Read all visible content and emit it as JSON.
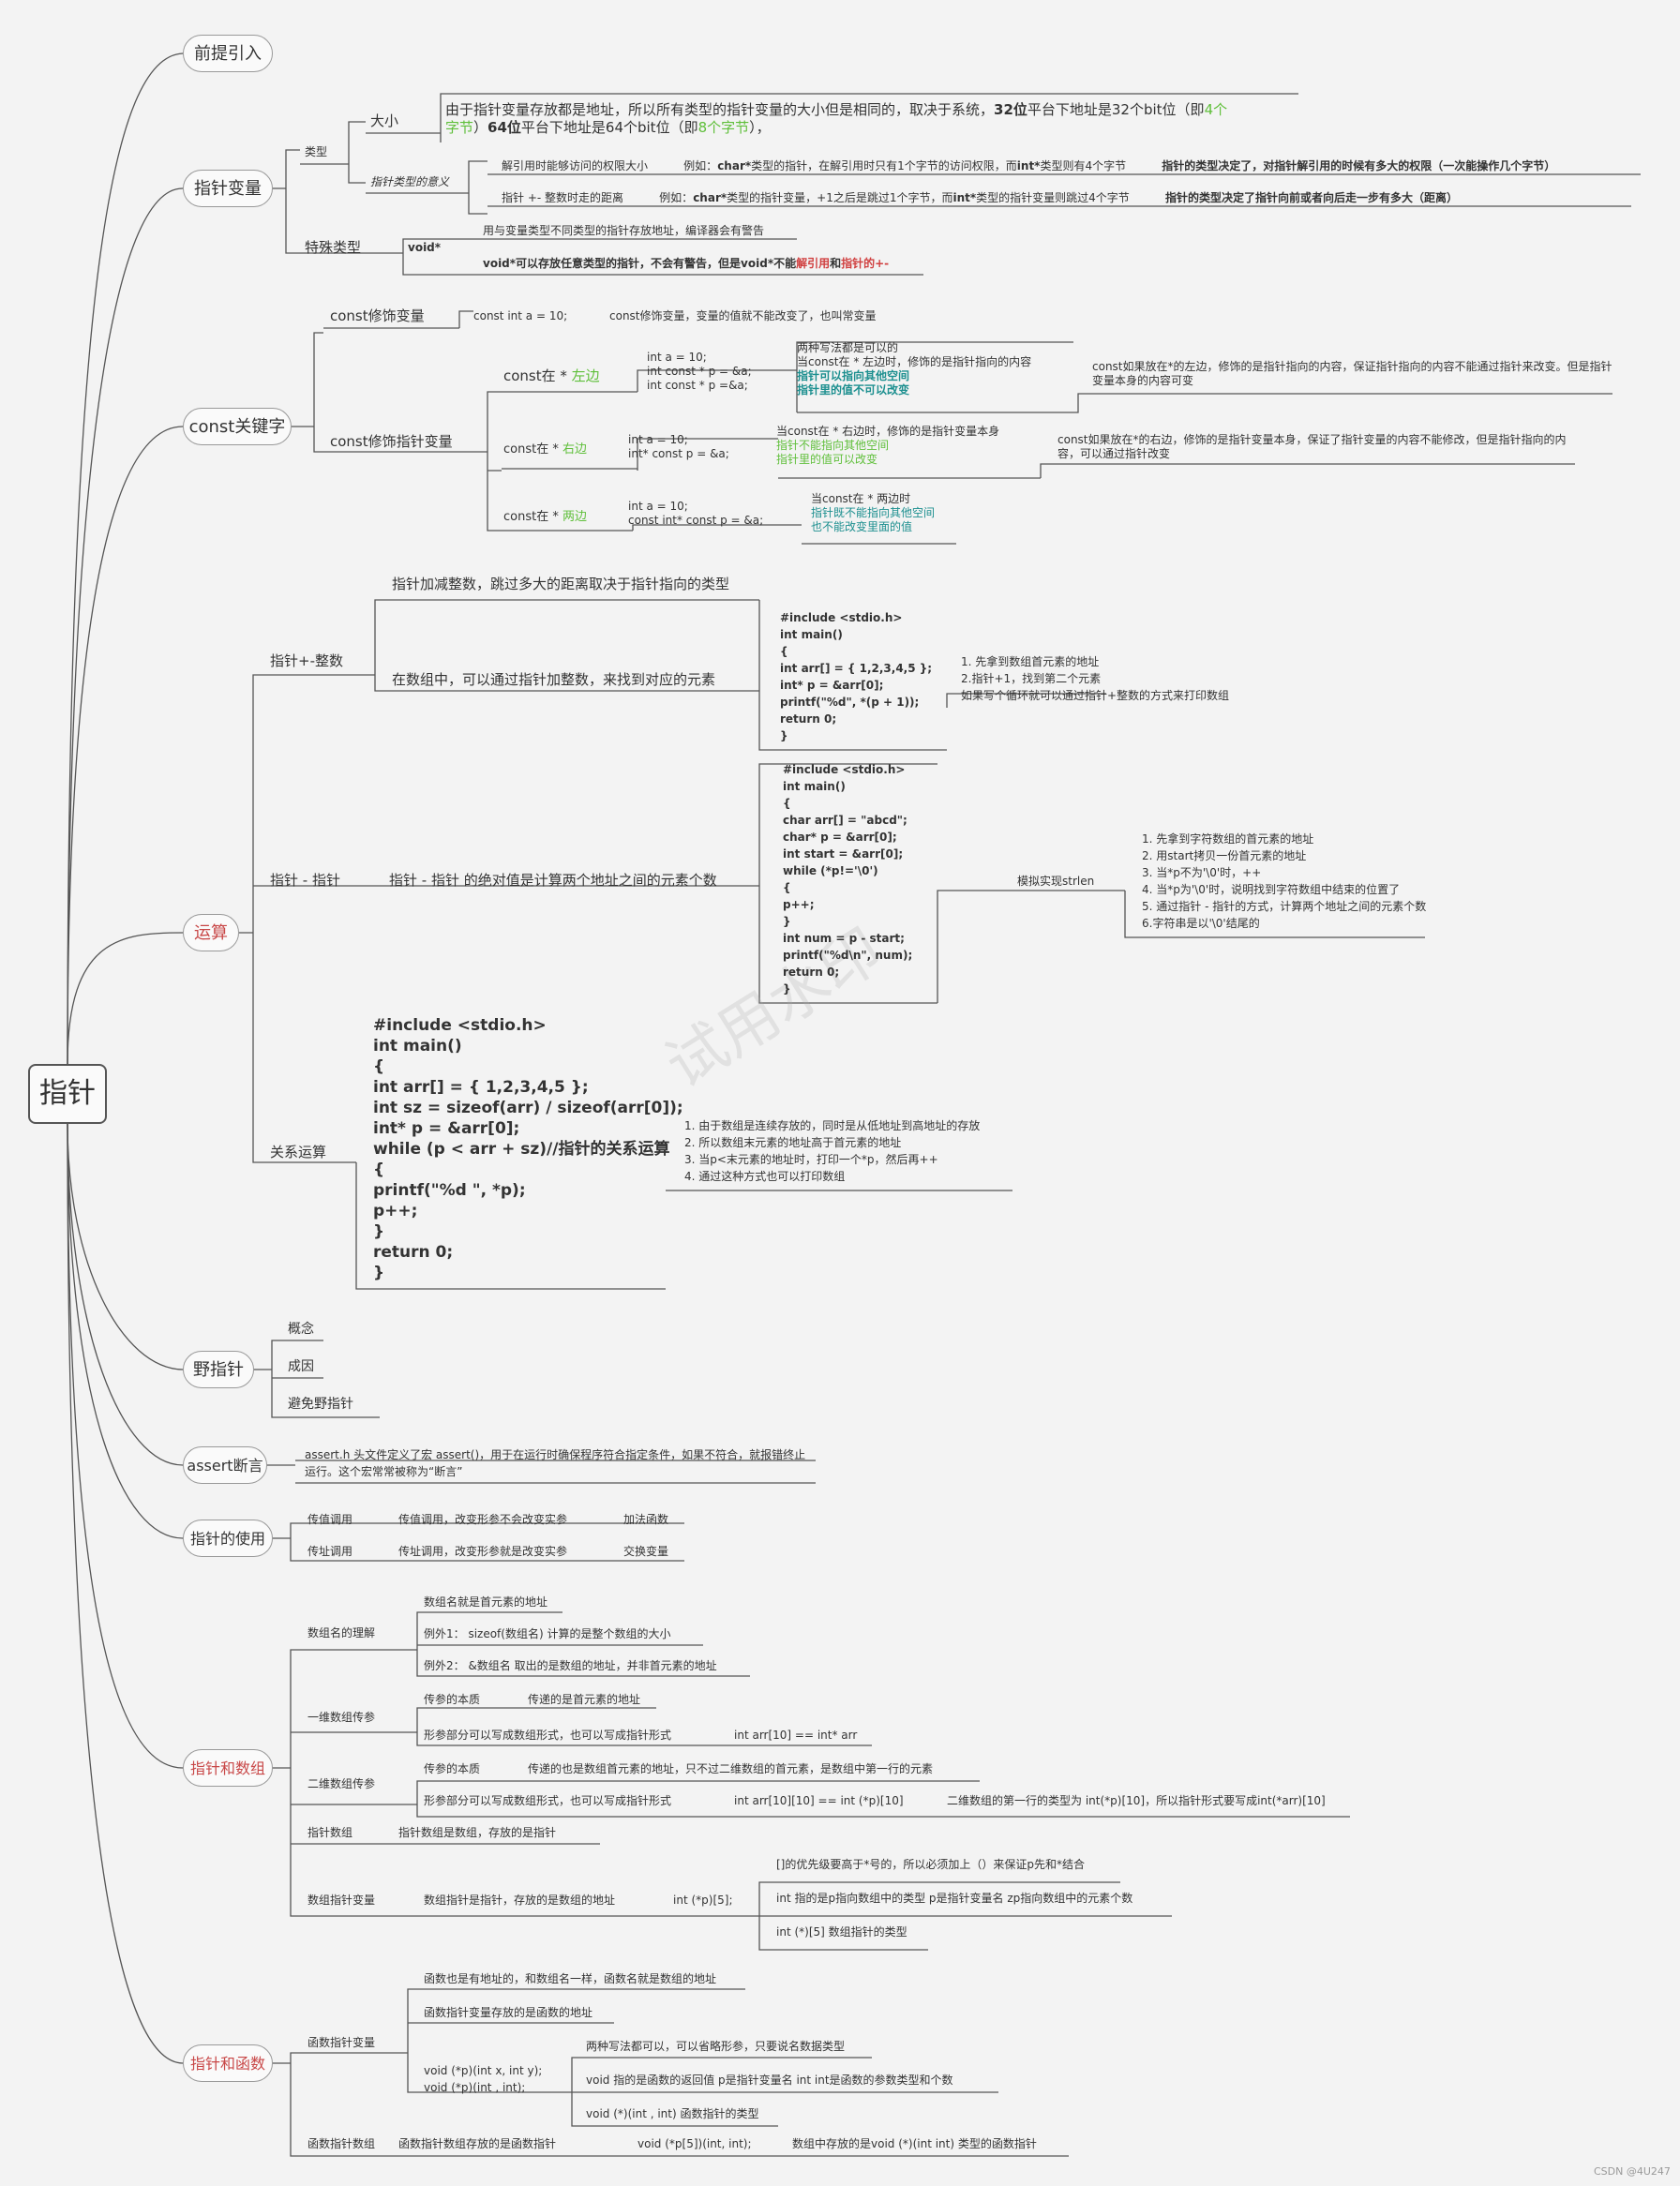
{
  "root": "指针",
  "watermark": "试用水印",
  "footer": "CSDN @4U247",
  "topics": {
    "t1": "前提引入",
    "t2": "指针变量",
    "t3": "const关键字",
    "t4": "运算",
    "t5": "野指针",
    "t6": "assert断言",
    "t7": "指针的使用",
    "t8": "指针和数组",
    "t9": "指针和函数"
  },
  "pv": {
    "type": "类型",
    "size": "大小",
    "size_a": "由于指针变量存放都是地址，所以所有类型的指针变量的大小但是相同的，取决于系统，",
    "size_b": "32位",
    "size_c": "平台下地址是32个bit位（即",
    "size_d": "4个",
    "size_e": "字节",
    "size_f": "）",
    "size_g": "64位",
    "size_h": "平台下地址是64个bit位（即",
    "size_i": "8个字节",
    "size_j": "），",
    "meaning": "指针类型的意义",
    "m1a": "解引用时能够访问的权限大小",
    "m1b": "例如：",
    "m1c": "char*",
    "m1d": "类型的指针，在解引用时只有1个字节的访问权限，而",
    "m1e": "int*",
    "m1f": "类型则有4个字节",
    "m1g": "指针的类型决定了，对指针解引用的时候有多大的权限（一次能操作几个字节）",
    "m2a": "指针 +- 整数时走的距离",
    "m2b": "例如：",
    "m2c": "char*",
    "m2d": "类型的指针变量，+1之后是跳过1个字节，而",
    "m2e": "int*",
    "m2f": "类型的指针变量则跳过4个字节",
    "m2g": "指针的类型决定了指针向前或者向后走一步有多大（距离）",
    "special": "特殊类型",
    "void": "void*",
    "v1": "用与变量类型不同类型的指针存放地址，编译器会有警告",
    "v2a": "void*可以存放任意类型的指针，不会有警告，但是void*不能",
    "v2b": "解引用",
    "v2c": "和",
    "v2d": "指针的+-"
  },
  "cst": {
    "mod_var": "const修饰变量",
    "code1": "const int a = 10;",
    "desc1": "const修饰变量，变量的值就不能改变了，也叫常变量",
    "mod_ptr": "const修饰指针变量",
    "left_a": "const在 * ",
    "left_b": "左边",
    "lc": [
      "int a = 10;",
      "int const * p = &a;",
      "int const * p =&a;"
    ],
    "ld1": "两种写法都是可以的",
    "ld2": "当const在 * 左边时，修饰的是指针指向的内容",
    "ld3": "指针可以指向其他空间",
    "ld4": "指针里的值不可以改变",
    "lsum": "const如果放在*的左边，修饰的是指针指向的内容，保证指针指向的内容不能通过指针来改变。但是指针变量本身的内容可变",
    "right_a": "const在 * ",
    "right_b": "右边",
    "rc": [
      "int a = 10;",
      "int* const p = &a;"
    ],
    "rd1": "当const在 * 右边时，修饰的是指针变量本身",
    "rd2": "指针不能指向其他空间",
    "rd3": "指针里的值可以改变",
    "rsum": "const如果放在*的右边，修饰的是指针变量本身，保证了指针变量的内容不能修改，但是指针指向的内容，可以通过指针改变",
    "both_a": "const在 * ",
    "both_b": "两边",
    "bc": [
      "int a = 10;",
      "const int* const p = &a;"
    ],
    "bd1": "当const在 * 两边时",
    "bd2": "指针既不能指向其他空间",
    "bd3": "也不能改变里面的值"
  },
  "calc": {
    "pi": "指针+-整数",
    "pi1": "指针加减整数，跳过多大的距离取决于指针指向的类型",
    "pi2": "在数组中，可以通过指针加整数，来找到对应的元素",
    "code1": [
      "#include <stdio.h>",
      "int main()",
      "{",
      " int arr[] = { 1,2,3,4,5 };",
      " int* p = &arr[0];",
      " printf(\"%d\", *(p + 1));",
      " return 0;",
      "}"
    ],
    "n1": [
      "1. 先拿到数组首元素的地址",
      "2.指针+1，找到第二个元素",
      "如果写个循环就可以通过指针+整数的方式来打印数组"
    ],
    "pp": "指针 - 指针",
    "pp1": "指针 - 指针 的绝对值是计算两个地址之间的元素个数",
    "code2": [
      "#include <stdio.h>",
      "int main()",
      "{",
      " char arr[] = \"abcd\";",
      " char* p = &arr[0];",
      " int start = &arr[0];",
      " while (*p!='\\0')",
      " {",
      "  p++;",
      " }",
      " int num = p - start;",
      " printf(\"%d\\n\", num);",
      " return 0;",
      "}"
    ],
    "sim": "模拟实现strlen",
    "n2": [
      "1. 先拿到字符数组的首元素的地址",
      "2. 用start拷贝一份首元素的地址",
      "3. 当*p不为'\\0'时，++",
      "4. 当*p为'\\0'时，说明找到字符数组中结束的位置了",
      "5. 通过指针 - 指针的方式，计算两个地址之间的元素个数",
      "6.字符串是以'\\0'结尾的"
    ],
    "rel": "关系运算",
    "code3": [
      "#include <stdio.h>",
      "int main()",
      "{",
      " int arr[] = { 1,2,3,4,5 };",
      " int sz = sizeof(arr) / sizeof(arr[0]);",
      " int* p = &arr[0];",
      " while (p < arr + sz)//指针的关系运算",
      " {",
      "  printf(\"%d \", *p);",
      "  p++;",
      " }",
      " return 0;",
      "}"
    ],
    "n3": [
      "1. 由于数组是连续存放的，同时是从低地址到高地址的存放",
      "2. 所以数组末元素的地址高于首元素的地址",
      "3. 当p<末元素的地址时，打印一个*p，然后再++",
      "4. 通过这种方式也可以打印数组"
    ]
  },
  "wild": {
    "a": "概念",
    "b": "成因",
    "c": "避免野指针"
  },
  "assert": {
    "text": "assert.h 头文件定义了宏 assert()，用于在运行时确保程序符合指定条件，如果不符合，就报错终止运行。这个宏常常被称为“断言”"
  },
  "use": {
    "r1a": "传值调用",
    "r1b": "传值调用，改变形参不会改变实参",
    "r1c": "加法函数",
    "r2a": "传址调用",
    "r2b": "传址调用，改变形参就是改变实参",
    "r2c": "交换变量"
  },
  "arr": {
    "und": "数组名的理解",
    "u1": "数组名就是首元素的地址",
    "u2": "例外1：  sizeof(数组名) 计算的是整个数组的大小",
    "u3": "例外2：  &数组名 取出的是数组的地址，并非首元素的地址",
    "one": "一维数组传参",
    "o1a": "传参的本质",
    "o1b": "传递的是首元素的地址",
    "o2a": "形参部分可以写成数组形式，也可以写成指针形式",
    "o2b": "int arr[10] == int* arr",
    "two": "二维数组传参",
    "w1a": "传参的本质",
    "w1b": "传递的也是数组首元素的地址，只不过二维数组的首元素，是数组中第一行的元素",
    "w2a": "形参部分可以写成数组形式，也可以写成指针形式",
    "w2b": "int arr[10][10] == int (*p)[10]",
    "w2c": "二维数组的第一行的类型为 int(*p)[10]，所以指针形式要写成int(*arr)[10]",
    "pa": "指针数组",
    "pa1": "指针数组是数组，存放的是指针",
    "ap": "数组指针变量",
    "ap1": "数组指针是指针，存放的是数组的地址",
    "ap2": "int (*p)[5];",
    "ap3": "[]的优先级要高于*号的，所以必须加上（）来保证p先和*结合",
    "ap4": "int 指的是p指向数组中的类型 p是指针变量名  zp指向数组中的元素个数",
    "ap5": "int (*)[5] 数组指针的类型"
  },
  "fn": {
    "fpv": "函数指针变量",
    "f1": "函数也是有地址的，和数组名一样，函数名就是数组的地址",
    "f2": "函数指针变量存放的是函数的地址",
    "f3a": "void (*p)(int x, int y);",
    "f3b": "void (*p)(int , int);",
    "f4": "两种写法都可以，可以省略形参，只要说名数据类型",
    "f5": "void 指的是函数的返回值 p是指针变量名 int int是函数的参数类型和个数",
    "f6": "void (*)(int , int) 函数指针的类型",
    "fpa": "函数指针数组",
    "g1": "函数指针数组存放的是函数指针",
    "g2": "void (*p[5])(int, int);",
    "g3": "数组中存放的是void (*)(int int) 类型的函数指针"
  }
}
